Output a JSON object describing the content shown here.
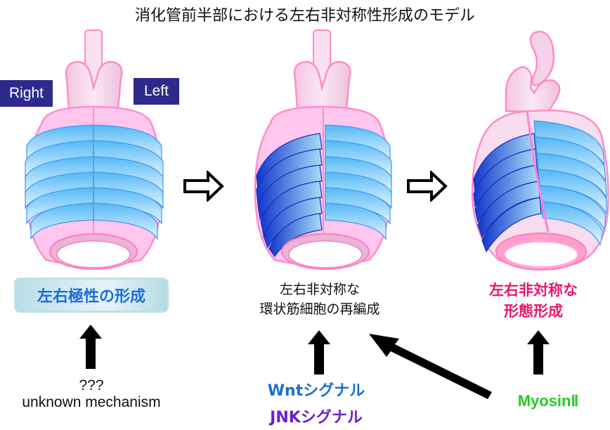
{
  "title": "消化管前半部における左右非対称性形成のモデル",
  "orientation_labels": {
    "right": "Right",
    "left": "Left"
  },
  "stages": [
    {
      "id": "stage-1",
      "description": "symmetric gut tube, uniform light-blue circular muscle bands"
    },
    {
      "id": "stage-2",
      "description": "left side circular muscle cells reorganized (dark blue, tilted)"
    },
    {
      "id": "stage-3",
      "description": "asymmetric morphogenesis, gut tube twisted"
    }
  ],
  "captions": {
    "stage1": "左右極性の形成",
    "stage2_line1": "左右非対称な",
    "stage2_line2": "環状筋細胞の再編成",
    "stage3_line1": "左右非対称な",
    "stage3_line2": "形態形成"
  },
  "inputs": {
    "unknown_line1": "???",
    "unknown_line2": "unknown mechanism",
    "wnt": "Wntシグナル",
    "jnk": "JNKシグナル",
    "myosin": "MyosinⅡ"
  },
  "colors": {
    "title_text": "#111111",
    "side_label_bg": "#2e2a8c",
    "polarity_text": "#1a6fe0",
    "morphogenesis_text": "#e8186e",
    "wnt_text": "#1b6fd0",
    "jnk_text": "#6b1fd0",
    "myosin_text": "#22cc22",
    "tissue_pink": "#ffc6ee",
    "muscle_light_blue": "#5bbcf5",
    "muscle_dark_blue": "#1a3fd0"
  }
}
